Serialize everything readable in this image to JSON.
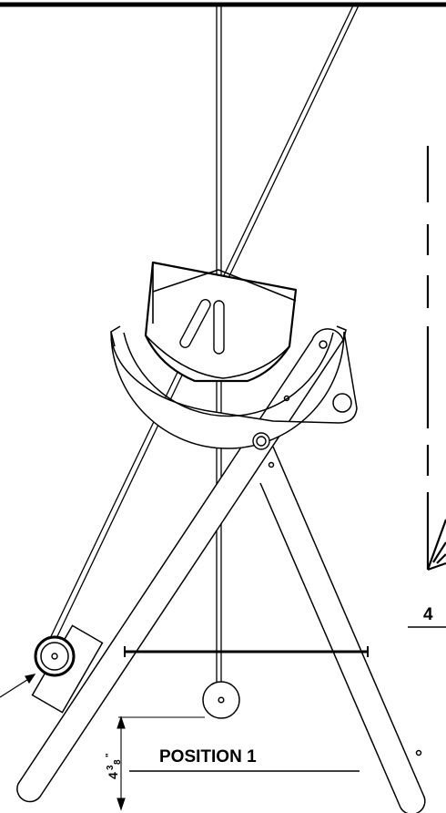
{
  "drawing": {
    "position_label": "POSITION 1",
    "dimension": {
      "whole": "4",
      "numerator": "3",
      "denominator": "8",
      "inch_mark": "\""
    },
    "side_label": "4",
    "line_color": "#000000",
    "background": "#ffffff"
  }
}
